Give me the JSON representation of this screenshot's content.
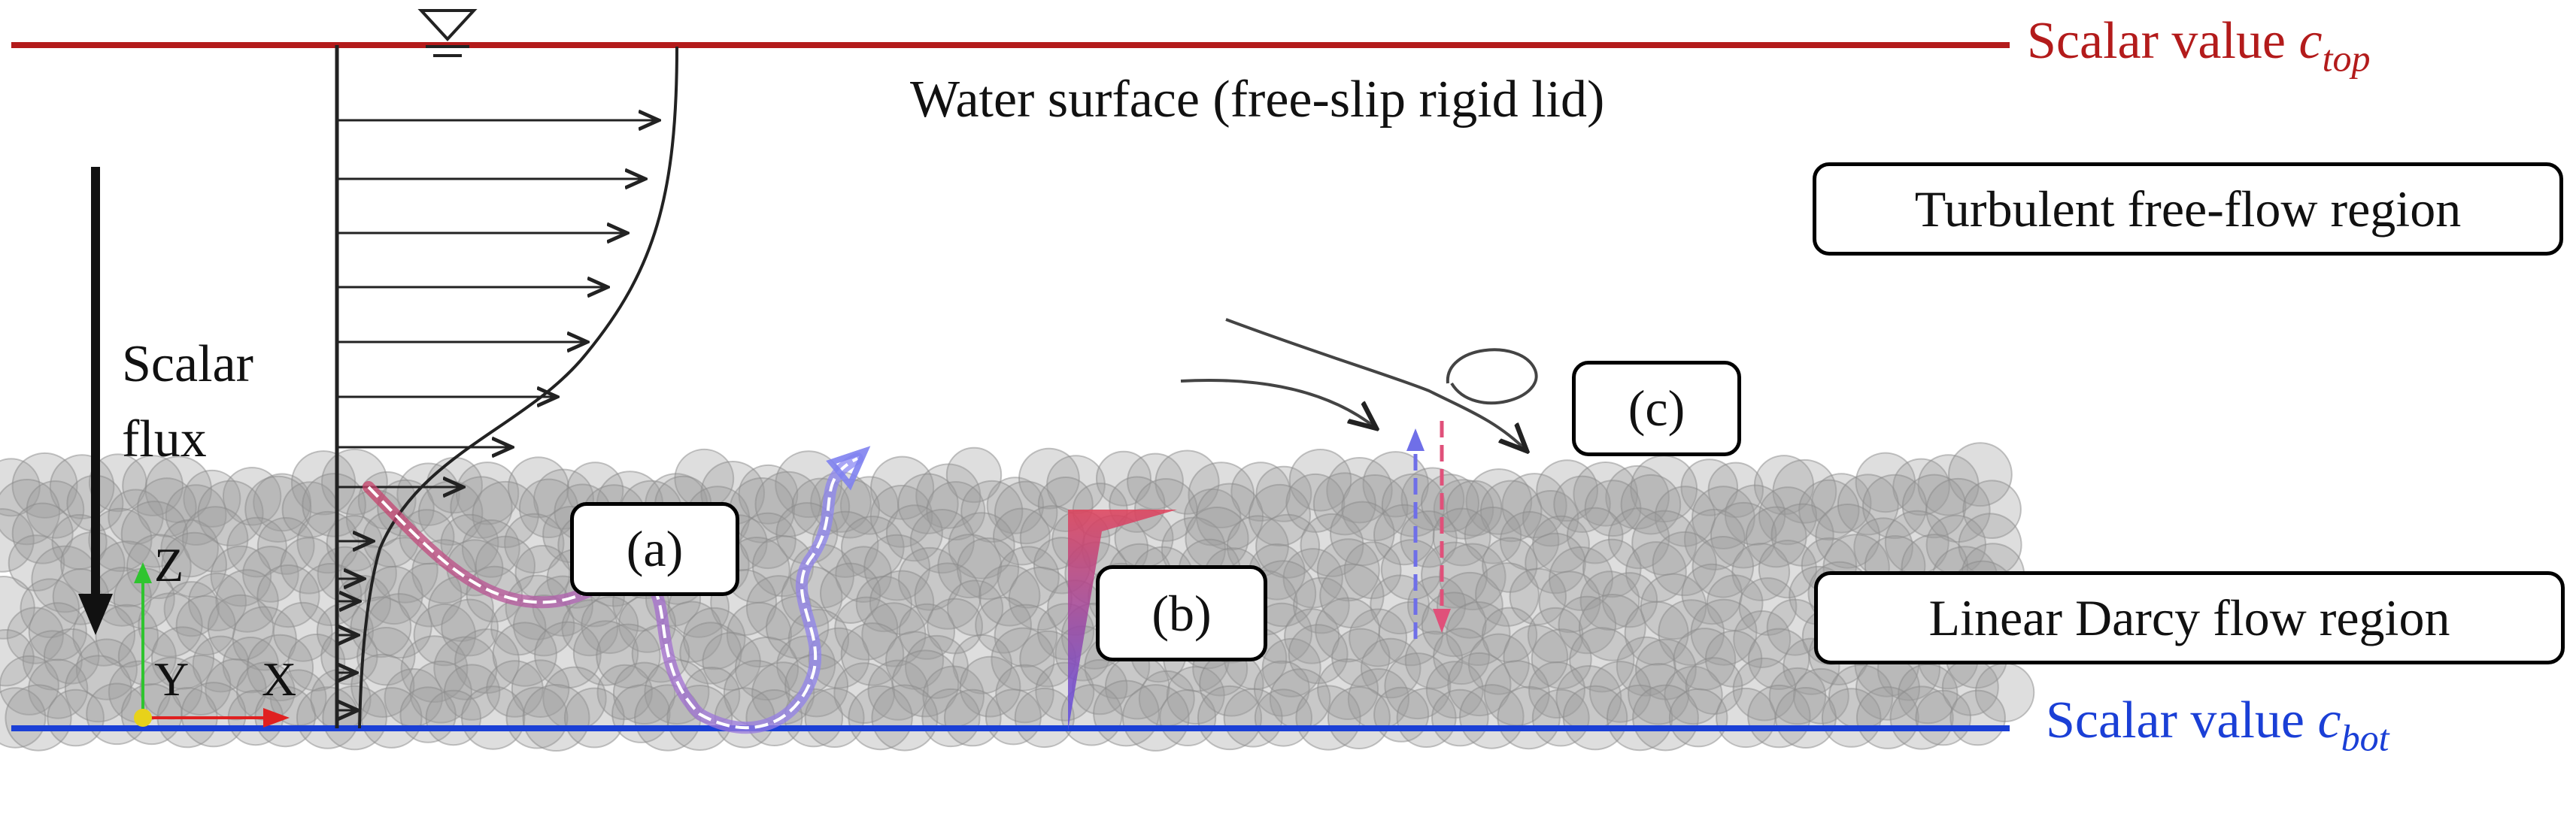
{
  "labels": {
    "scalar_top": {
      "prefix": "Scalar value ",
      "var": "c",
      "sub": "top",
      "color": "#b31b1b"
    },
    "scalar_bot": {
      "prefix": "Scalar value ",
      "var": "c",
      "sub": "bot",
      "color": "#1a3fd6"
    },
    "water_surface": "Water surface (free-slip rigid lid)",
    "turbulent_region": "Turbulent free-flow region",
    "darcy_region": "Linear Darcy flow region",
    "scalar_flux_line1": "Scalar",
    "scalar_flux_line2": "flux",
    "axis_z": "Z",
    "axis_y": "Y",
    "axis_x": "X",
    "marker_a": "(a)",
    "marker_b": "(b)",
    "marker_c": "(c)"
  },
  "colors": {
    "top_line": "#b31b1b",
    "bottom_line": "#1a3fd6",
    "particle": "#9a9a9a",
    "path_a_start": "#c8426a",
    "path_a_end": "#8a8af5",
    "wedge_top": "#e0405a",
    "wedge_bottom": "#5a4ee8",
    "axis_z": "#2fc42f",
    "axis_x": "#e02020",
    "axis_y": "#e8d21a"
  },
  "icons": {
    "water_level": "inverted-triangle-icon"
  }
}
